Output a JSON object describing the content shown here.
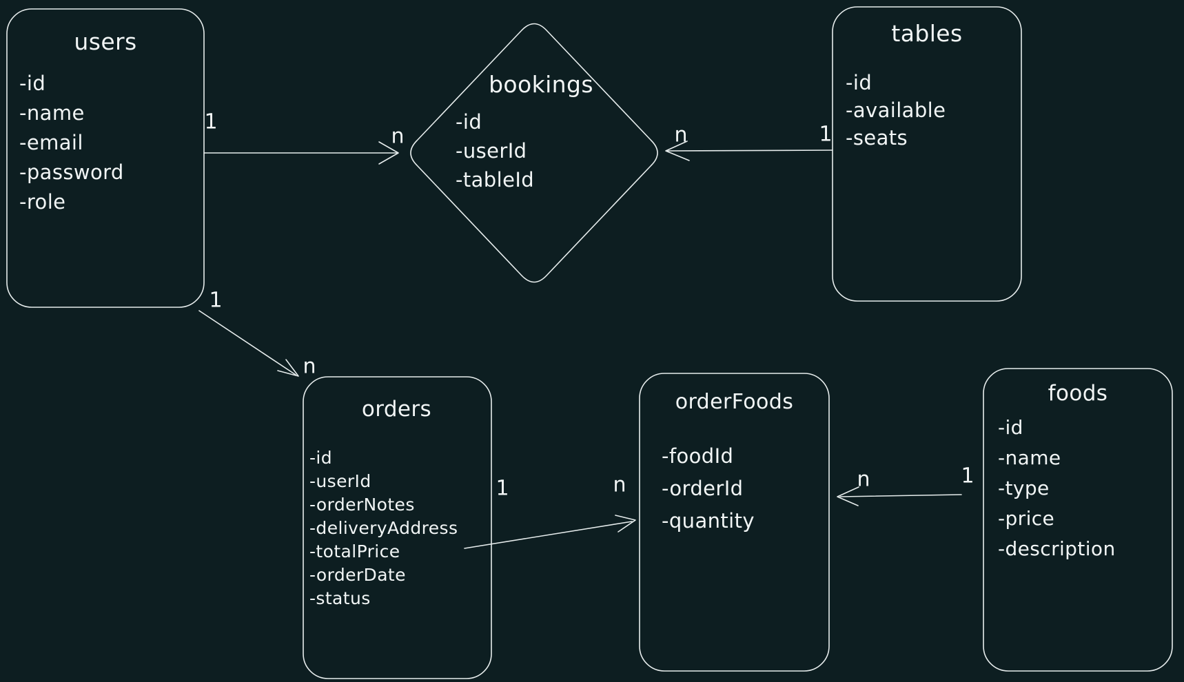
{
  "diagram": {
    "type": "entity-relationship",
    "background_color": "#0d1e21",
    "stroke_color": "#e7eded",
    "text_color": "#f1f5f5"
  },
  "entities": {
    "users": {
      "title": "users",
      "shape": "rounded-rectangle",
      "fields": [
        "-id",
        "-name",
        "-email",
        "-password",
        "-role"
      ]
    },
    "bookings": {
      "title": "bookings",
      "shape": "diamond",
      "fields": [
        "-id",
        "-userId",
        "-tableId"
      ]
    },
    "tables": {
      "title": "tables",
      "shape": "rounded-rectangle",
      "fields": [
        "-id",
        "-available",
        "-seats"
      ]
    },
    "orders": {
      "title": "orders",
      "shape": "rounded-rectangle",
      "fields": [
        "-id",
        "-userId",
        "-orderNotes",
        "-deliveryAddress",
        "-totalPrice",
        "-orderDate",
        "-status"
      ]
    },
    "orderFoods": {
      "title": "orderFoods",
      "shape": "rounded-rectangle",
      "fields": [
        "-foodId",
        "-orderId",
        "-quantity"
      ]
    },
    "foods": {
      "title": "foods",
      "shape": "rounded-rectangle",
      "fields": [
        "-id",
        "-name",
        "-type",
        "-price",
        "-description"
      ]
    }
  },
  "relationships": [
    {
      "from": "users",
      "to": "bookings",
      "one_label": "1",
      "many_label": "n"
    },
    {
      "from": "tables",
      "to": "bookings",
      "one_label": "1",
      "many_label": "n"
    },
    {
      "from": "users",
      "to": "orders",
      "one_label": "1",
      "many_label": "n"
    },
    {
      "from": "orders",
      "to": "orderFoods",
      "one_label": "1",
      "many_label": "n"
    },
    {
      "from": "foods",
      "to": "orderFoods",
      "one_label": "1",
      "many_label": "n"
    }
  ]
}
